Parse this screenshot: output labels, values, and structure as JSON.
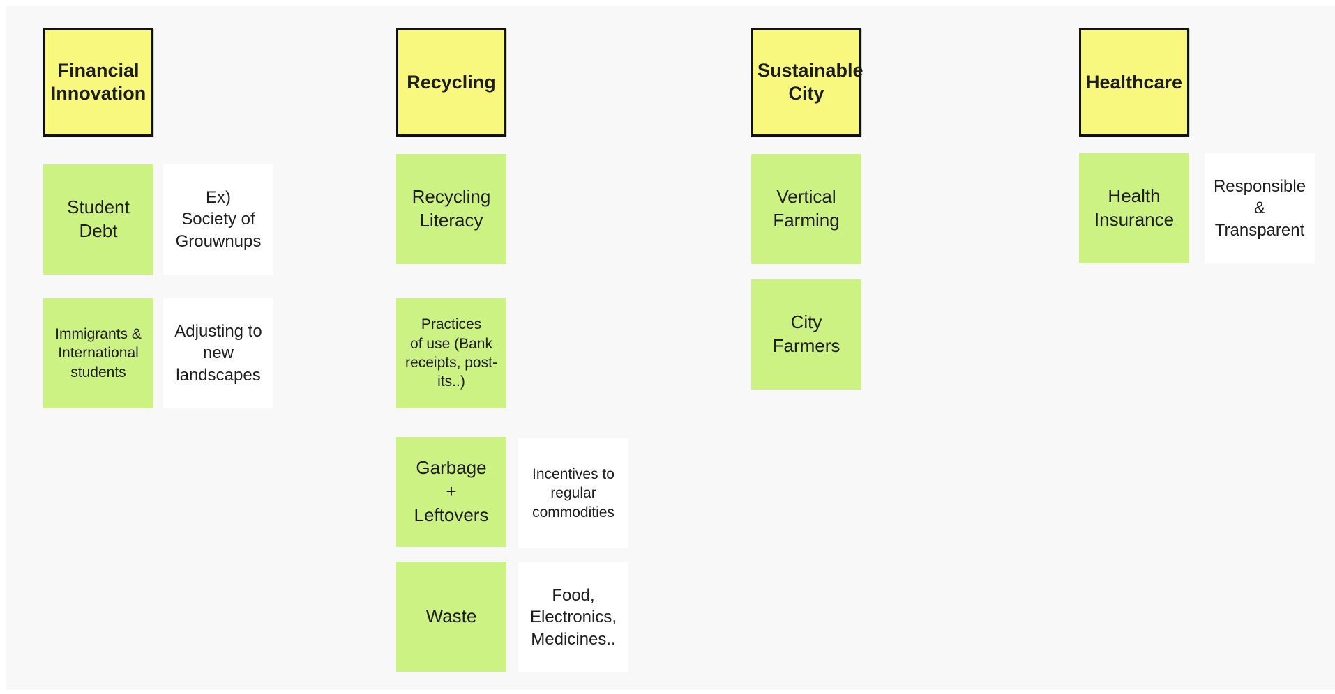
{
  "board": {
    "colors": {
      "canvas_background": "#f8f8f8",
      "header_fill": "#f8f77e",
      "header_border": "#111111",
      "sticky_green": "#cdf284",
      "sticky_white": "#ffffff",
      "text": "#1d1d1d"
    },
    "columns": [
      {
        "header": {
          "label": "Financial\nInnovation"
        },
        "notes": [
          {
            "text": "Student\nDebt"
          },
          {
            "text": "Ex)\nSociety of\nGrouwnups"
          },
          {
            "text": "Immigrants &\nInternational\nstudents"
          },
          {
            "text": "Adjusting to\nnew\nlandscapes"
          }
        ]
      },
      {
        "header": {
          "label": "Recycling"
        },
        "notes": [
          {
            "text": "Recycling\nLiteracy"
          },
          {
            "text": "Practices\nof use (Bank\nreceipts, post-\nits..)"
          },
          {
            "text": "Garbage\n+\nLeftovers"
          },
          {
            "text": "Incentives to\nregular\ncommodities"
          },
          {
            "text": "Waste"
          },
          {
            "text": "Food,\nElectronics,\nMedicines.."
          }
        ]
      },
      {
        "header": {
          "label": "Sustainable\nCity"
        },
        "notes": [
          {
            "text": "Vertical\nFarming"
          },
          {
            "text": "City\nFarmers"
          }
        ]
      },
      {
        "header": {
          "label": "Healthcare"
        },
        "notes": [
          {
            "text": "Health\nInsurance"
          },
          {
            "text": "Responsible\n&\nTransparent"
          }
        ]
      }
    ]
  }
}
